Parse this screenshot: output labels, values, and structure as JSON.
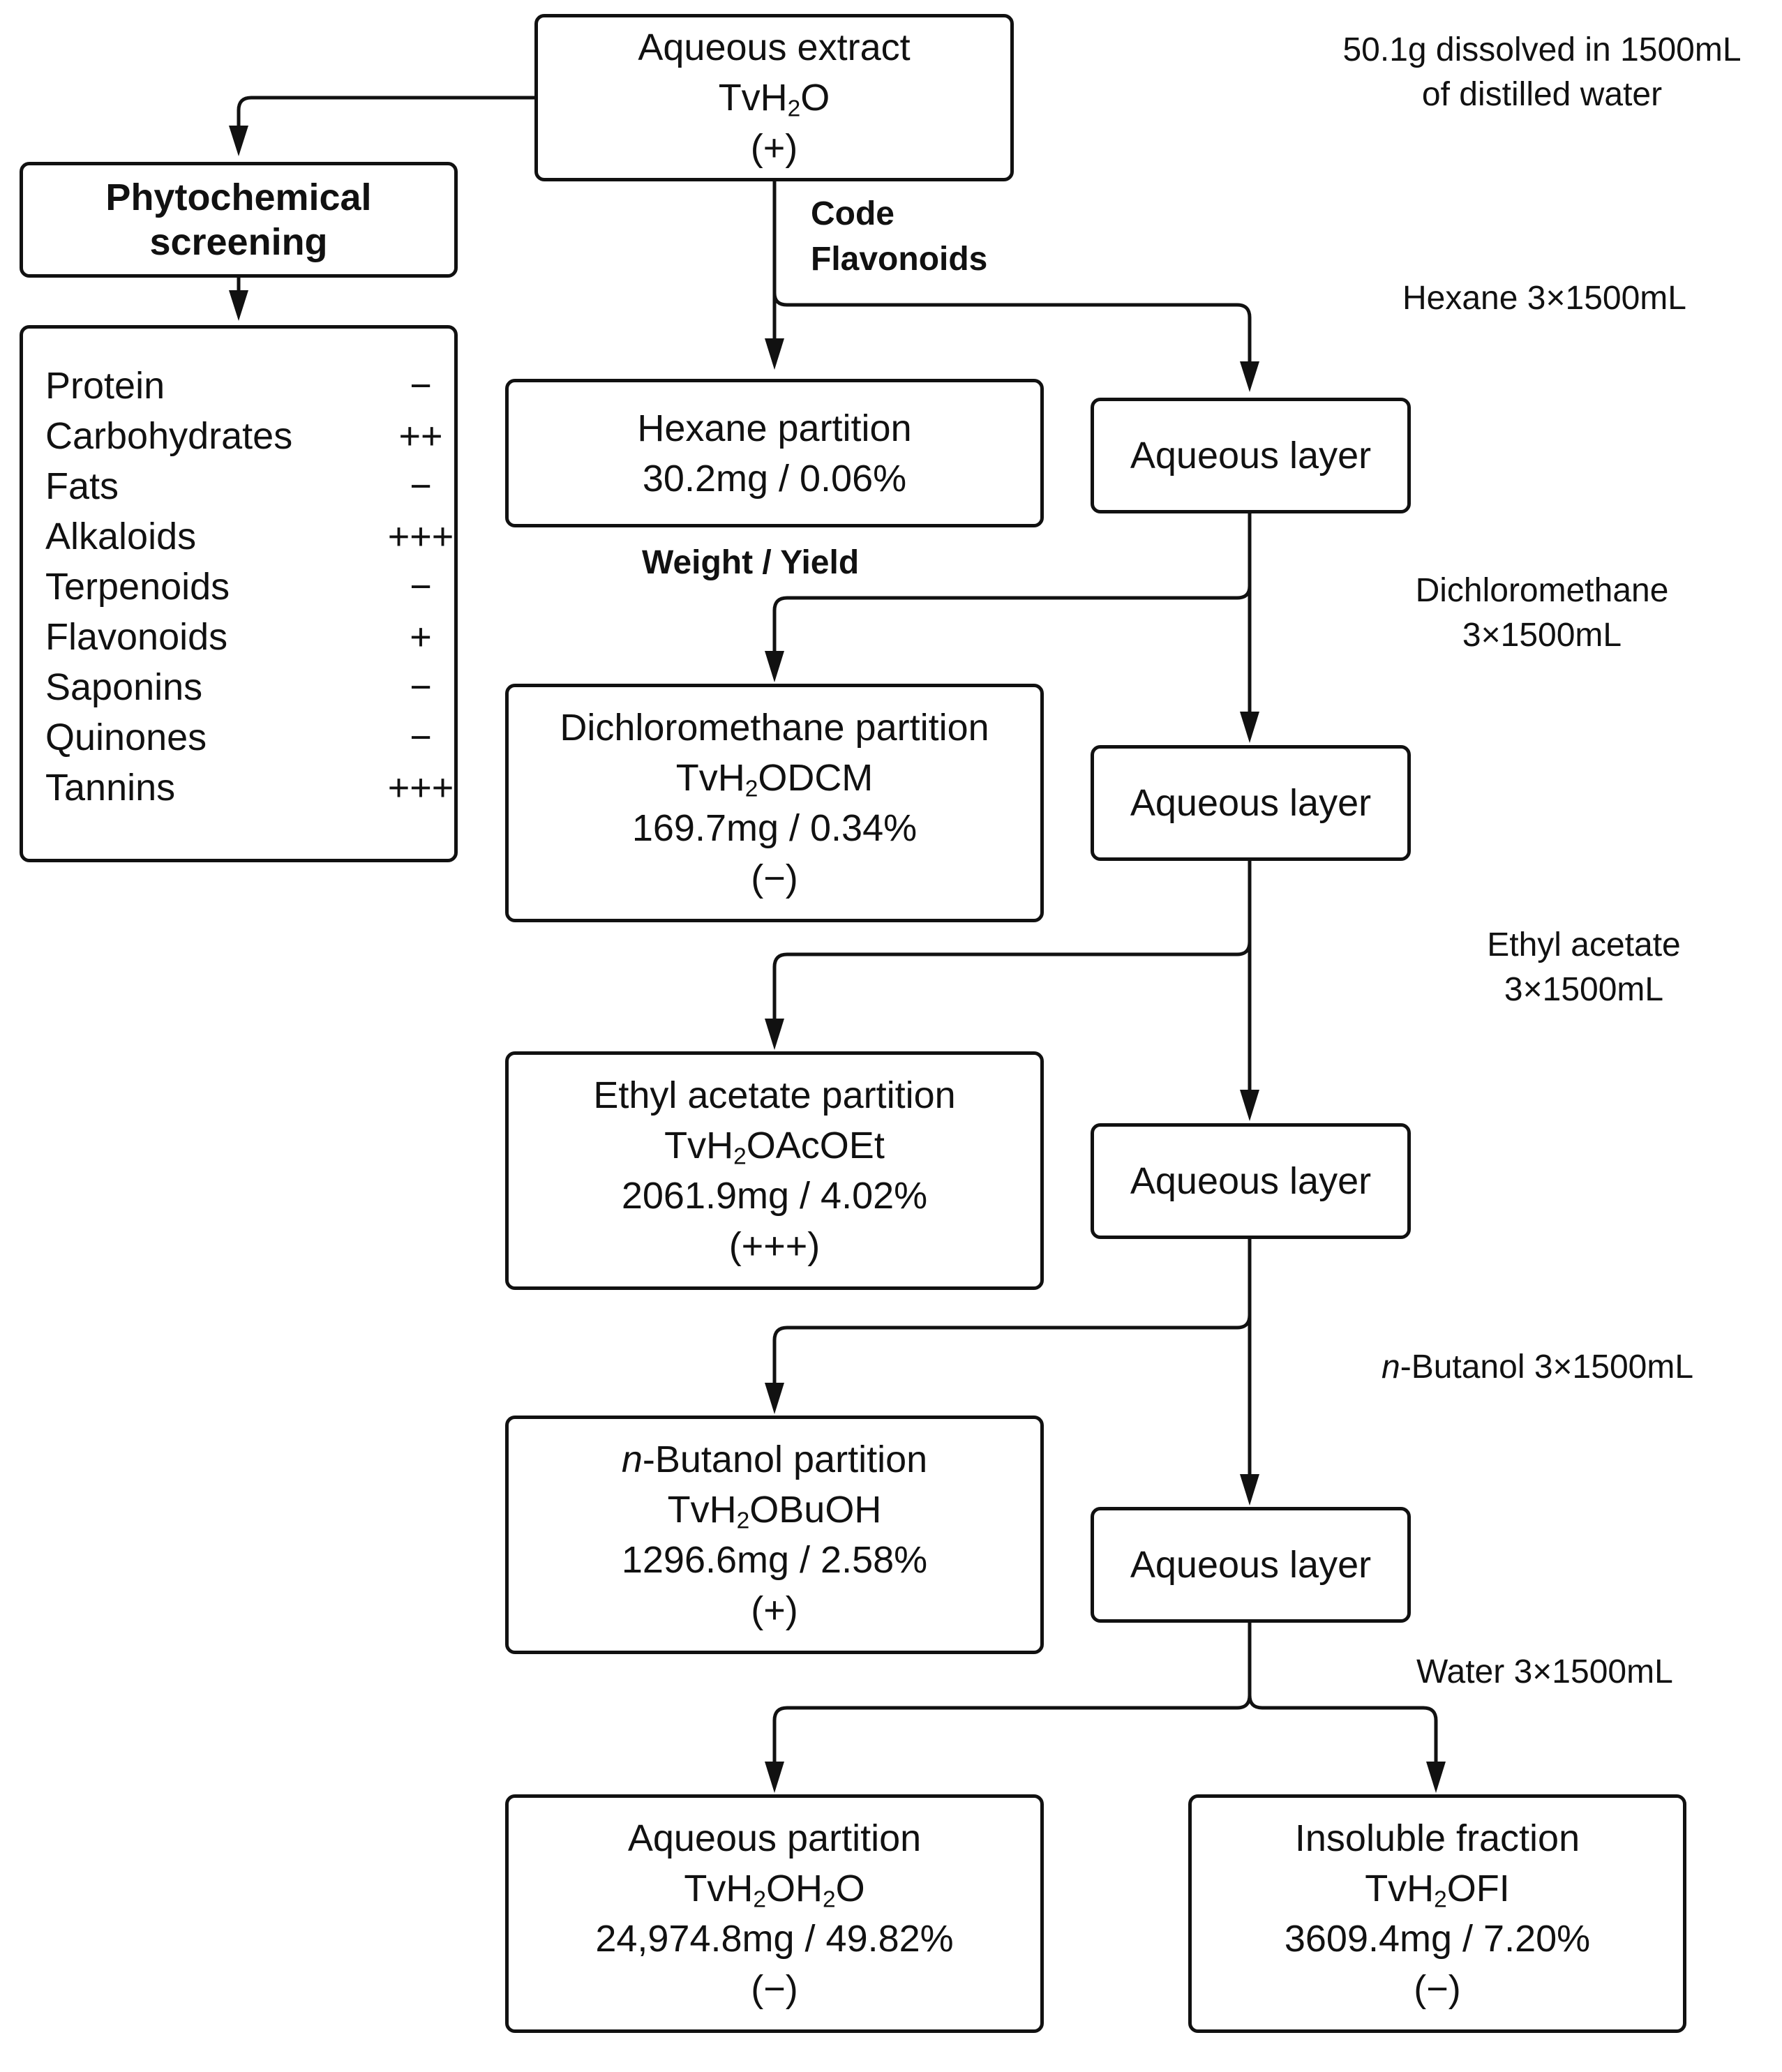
{
  "top_box": {
    "line1": "Aqueous extract",
    "code_prefix": "TvH",
    "code_sub": "2",
    "code_suffix": "O",
    "result": "(+)"
  },
  "dissolve_note": {
    "line1": "50.1g dissolved in 1500mL",
    "line2": "of distilled water"
  },
  "screening_box": {
    "line1": "Phytochemical",
    "line2": "screening"
  },
  "screening": [
    {
      "name": "Protein",
      "value": "−"
    },
    {
      "name": "Carbohydrates",
      "value": "++"
    },
    {
      "name": "Fats",
      "value": "−"
    },
    {
      "name": "Alkaloids",
      "value": "+++"
    },
    {
      "name": "Terpenoids",
      "value": "−"
    },
    {
      "name": "Flavonoids",
      "value": "+"
    },
    {
      "name": "Saponins",
      "value": "−"
    },
    {
      "name": "Quinones",
      "value": "−"
    },
    {
      "name": "Tannins",
      "value": "+++"
    }
  ],
  "legend": {
    "code": "Code",
    "flavonoids": "Flavonoids",
    "weight_yield": "Weight / Yield"
  },
  "solvents": {
    "hexane": "Hexane 3×1500mL",
    "dcm_line1": "Dichloromethane",
    "dcm_line2": "3×1500mL",
    "etoac_line1": "Ethyl acetate",
    "etoac_line2": "3×1500mL",
    "butanol_prefix": "n",
    "butanol_suffix": "-Butanol 3×1500mL",
    "water": "Water 3×1500mL"
  },
  "aqueous_layer_label": "Aqueous layer",
  "partitions": {
    "hexane": {
      "title": "Hexane partition",
      "yield": "30.2mg / 0.06%"
    },
    "dcm": {
      "title": "Dichloromethane partition",
      "code_prefix": "TvH",
      "code_sub": "2",
      "code_suffix": "ODCM",
      "yield": "169.7mg / 0.34%",
      "result": "(−)"
    },
    "etoac": {
      "title": "Ethyl acetate partition",
      "code_prefix": "TvH",
      "code_sub": "2",
      "code_suffix": "OAcOEt",
      "yield": "2061.9mg / 4.02%",
      "result": "(+++)"
    },
    "butanol": {
      "title_prefix": "n",
      "title_suffix": "-Butanol partition",
      "code_prefix": "TvH",
      "code_sub": "2",
      "code_suffix": "OBuOH",
      "yield": "1296.6mg / 2.58%",
      "result": "(+)"
    },
    "aqueous": {
      "title": "Aqueous partition",
      "code_prefix": "TvH",
      "code_sub": "2",
      "code_mid": "OH",
      "code_sub2": "2",
      "code_suffix": "O",
      "yield": "24,974.8mg / 49.82%",
      "result": "(−)"
    },
    "insoluble": {
      "title": "Insoluble fraction",
      "code_prefix": "TvH",
      "code_sub": "2",
      "code_suffix": "OFI",
      "yield": "3609.4mg / 7.20%",
      "result": "(−)"
    }
  }
}
